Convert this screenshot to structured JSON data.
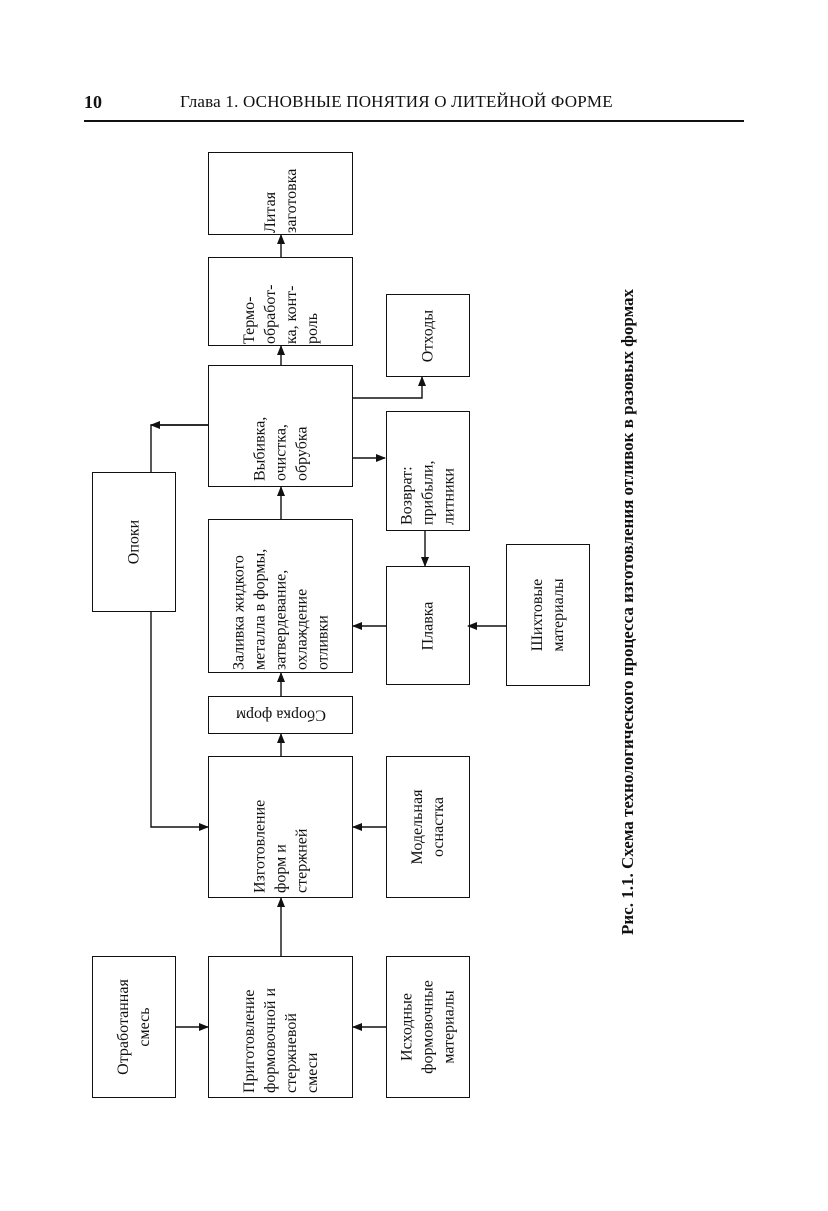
{
  "header": {
    "page_number": "10",
    "running_title": "Глава 1. ОСНОВНЫЕ ПОНЯТИЯ О ЛИТЕЙНОЙ ФОРМЕ"
  },
  "boxes": {
    "used_mix": [
      "Отработанная",
      "смесь"
    ],
    "mix_prep": [
      "Приготовление",
      "формовочной и",
      "стержневой",
      "смеси"
    ],
    "source_materials": [
      "Исходные",
      "формовочные",
      "материалы"
    ],
    "molding": [
      "Изготовление",
      "форм и",
      "стержней"
    ],
    "pattern_tooling": [
      "Модельная",
      "оснастка"
    ],
    "flasks": [
      "Опоки"
    ],
    "mold_assembly": [
      "Сборка форм"
    ],
    "pouring": [
      "Заливка жидкого",
      "металла в формы,",
      "затвердевание,",
      "охлаждение",
      "отливки"
    ],
    "melting": [
      "Плавка"
    ],
    "charge_materials": [
      "Шихтовые",
      "материалы"
    ],
    "knockout": [
      "Выбивка,",
      "очистка,",
      "обрубка"
    ],
    "return": [
      "Возврат:",
      "прибыли,",
      "литники"
    ],
    "waste": [
      "Отходы"
    ],
    "heat_treatment": [
      "Термо-",
      "обработ-",
      "ка, конт-",
      "роль"
    ],
    "casting": [
      "Литая",
      "заготовка"
    ]
  },
  "caption": "Рис. 1.1. Схема технологического процесса изготовления отливок в разовых формах"
}
